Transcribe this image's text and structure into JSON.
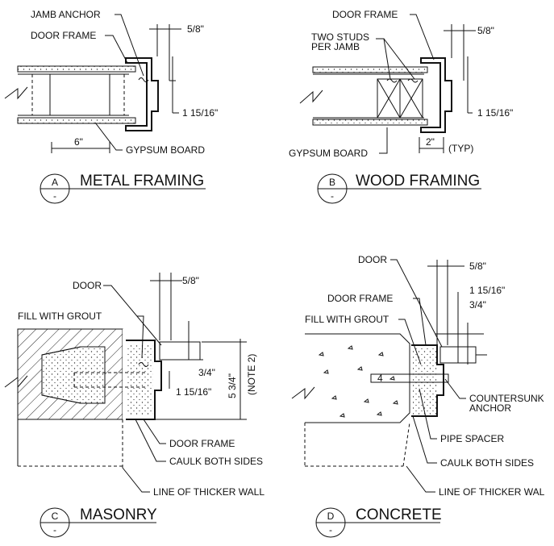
{
  "details": {
    "a": {
      "letter": "A",
      "sheet": "-",
      "title": "METAL FRAMING",
      "labels": {
        "jamb_anchor": "JAMB ANCHOR",
        "door_frame": "DOOR FRAME",
        "gypsum_board": "GYPSUM BOARD"
      },
      "dims": {
        "top": "5/8\"",
        "right": "1 15/16\"",
        "bottom": "6\""
      }
    },
    "b": {
      "letter": "B",
      "sheet": "-",
      "title": "WOOD FRAMING",
      "labels": {
        "door_frame": "DOOR FRAME",
        "studs": "TWO STUDS",
        "studs2": "PER JAMB",
        "gypsum_board": "GYPSUM BOARD",
        "typ": "(TYP)"
      },
      "dims": {
        "top": "5/8\"",
        "right": "1 15/16\"",
        "bottom": "2\""
      }
    },
    "c": {
      "letter": "C",
      "sheet": "-",
      "title": "MASONRY",
      "labels": {
        "door": "DOOR",
        "fill_grout": "FILL WITH GROUT",
        "door_frame": "DOOR FRAME",
        "caulk": "CAULK BOTH SIDES",
        "thicker_wall": "LINE OF THICKER WALL",
        "note": "(NOTE 2)"
      },
      "dims": {
        "top": "5/8\"",
        "mid": "3/4\"",
        "low": "1 15/16\"",
        "depth": "5 3/4\""
      }
    },
    "d": {
      "letter": "D",
      "sheet": "-",
      "title": "CONCRETE",
      "labels": {
        "door": "DOOR",
        "door_frame": "DOOR FRAME",
        "fill_grout": "FILL WITH GROUT",
        "countersunk": "COUNTERSUNK",
        "anchor": "ANCHOR",
        "pipe_spacer": "PIPE SPACER",
        "caulk": "CAULK BOTH SIDES",
        "thicker_wall": "LINE OF THICKER WAL"
      },
      "dims": {
        "top": "5/8\"",
        "mid": "1 15/16\"",
        "low": "3/4\""
      }
    }
  }
}
